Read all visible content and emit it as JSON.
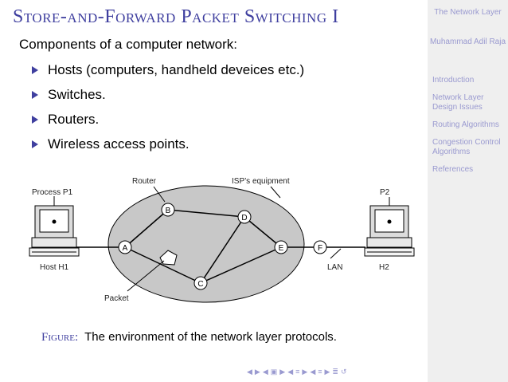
{
  "slide": {
    "title": "Store-and-Forward Packet Switching I",
    "intro": "Components of a computer network:",
    "bullets": [
      "Hosts (computers, handheld deveices etc.)",
      "Switches.",
      "Routers.",
      "Wireless access points."
    ]
  },
  "diagram": {
    "labels": {
      "process": "Process P1",
      "router": "Router",
      "isp": "ISP’s equipment",
      "p2": "P2",
      "host1": "Host H1",
      "host2": "H2",
      "lan": "LAN",
      "packet": "Packet"
    },
    "nodes": {
      "A": "A",
      "B": "B",
      "C": "C",
      "D": "D",
      "E": "E",
      "F": "F"
    }
  },
  "caption": {
    "prefix": "Figure:",
    "text": "The environment of the network layer protocols."
  },
  "sidebar": {
    "title": "The Network Layer",
    "author": "Muhammad Adil Raja",
    "nav": [
      "Introduction",
      "Network Layer Design Issues",
      "Routing Algorithms",
      "Congestion Control Algorithms",
      "References"
    ]
  },
  "colors": {
    "accent": "#3f3f9f",
    "sidebar_text": "#9a9ad0",
    "cloud": "#c8c8c8"
  }
}
